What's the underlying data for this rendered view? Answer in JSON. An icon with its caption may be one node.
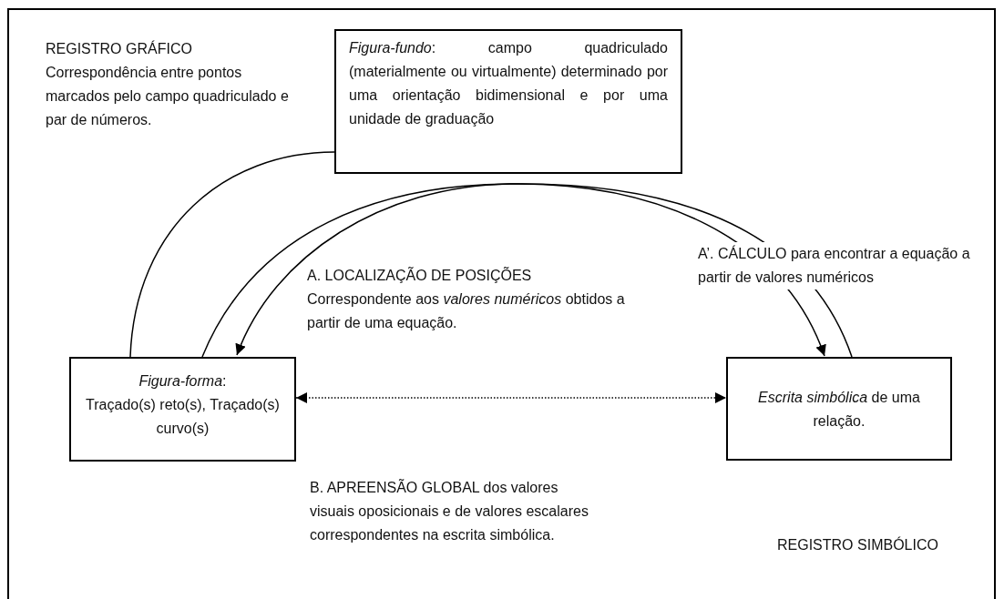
{
  "diagram": {
    "nodes": [
      {
        "text": [
          "*Figura-fundo*: campo quadriculado (materialmente ou virtualmente) determinado por uma orientação bidimensional e por uma unidade de graduação"
        ]
      },
      {
        "text": [
          "*Figura-forma*:",
          "Traçado(s) reto(s), Traçado(s) curvo(s)"
        ]
      },
      {
        "text": [
          "*Escrita simbólica* de uma relação."
        ]
      }
    ],
    "edges": [
      {
        "from": 1,
        "to": 0,
        "arrow": "none"
      },
      {
        "from": 2,
        "to": 1,
        "arrow": "to"
      },
      {
        "from": 1,
        "to": 2,
        "arrow": "to"
      },
      {
        "from": 1,
        "to": 2,
        "arrow": "both",
        "style": "dashed"
      }
    ],
    "labels": [
      "REGISTRO GRÁFICO Correspondência entre pontos marcados pelo campo quadriculado e par de números.",
      "A. LOCALIZAÇÃO DE POSIÇÕES Correspondente aos *valores numéricos* obtidos a partir de uma equação.",
      "A’. CÁLCULO para encontrar a equação a partir de valores numéricos",
      "B. APREENSÃO GLOBAL dos valores visuais oposicionais e de valores escalares correspondentes na escrita simbólica.",
      "REGISTRO SIMBÓLICO"
    ]
  }
}
